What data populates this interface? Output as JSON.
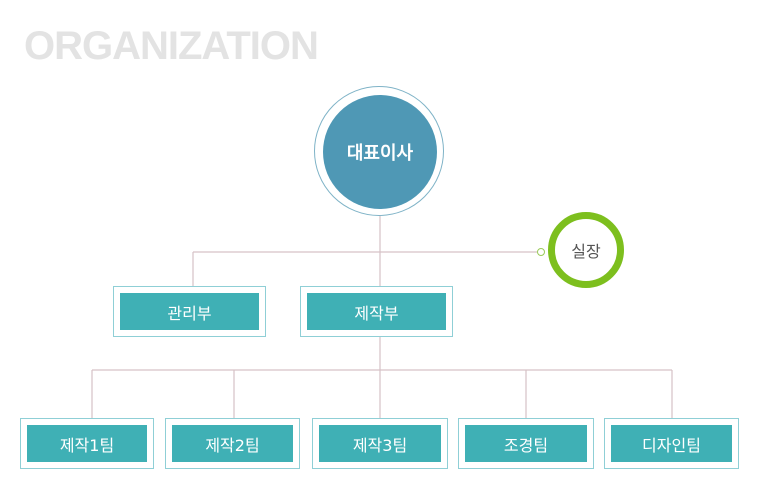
{
  "title": "ORGANIZATION",
  "ceo": "대표이사",
  "executive": "실장",
  "departments": [
    "관리부",
    "제작부"
  ],
  "teams": [
    "제작1팀",
    "제작2팀",
    "제작3팀",
    "조경팀",
    "디자인팀"
  ],
  "colors": {
    "ceo": "#4f98b5",
    "executive_ring": "#7dbf1e",
    "box_fill": "#3fb0b5",
    "box_border": "#8fcfd6",
    "connector": "#d6c2c6",
    "title": "#e3e3e3"
  }
}
